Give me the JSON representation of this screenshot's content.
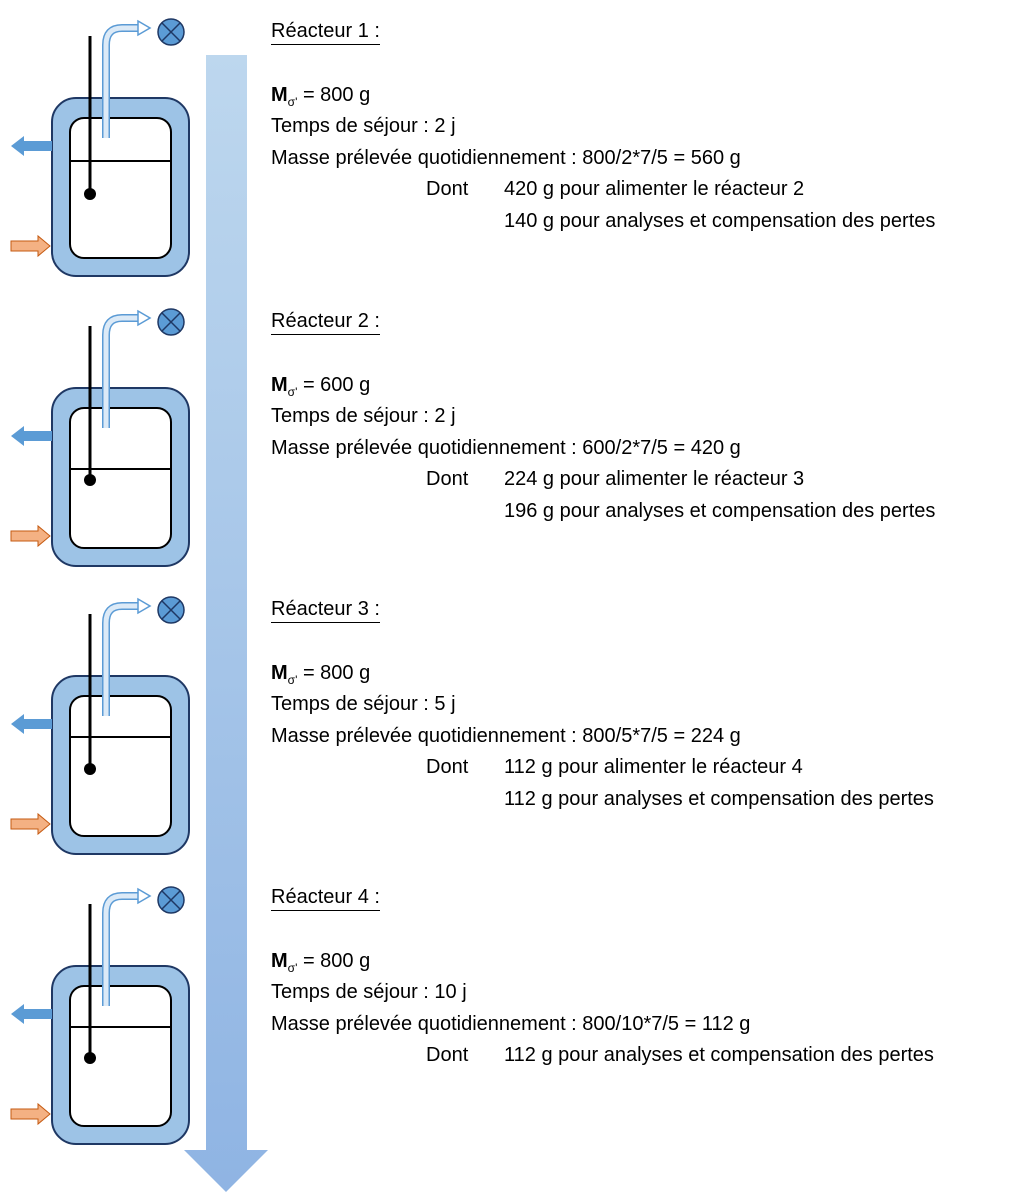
{
  "reactors": [
    {
      "title": "Réacteur 1 :",
      "mass_label": "M",
      "mass_sub": "σ'",
      "mass_value": "= 800 g",
      "sejour": "Temps de séjour : 2 j",
      "masse": "Masse prélevée quotidiennement : 800/2*7/5 = 560 g",
      "dont_label": "Dont",
      "dont_lines": [
        "420 g pour alimenter le réacteur 2",
        "140 g pour analyses et compensation des pertes"
      ]
    },
    {
      "title": "Réacteur 2 :",
      "mass_label": "M",
      "mass_sub": "σ'",
      "mass_value": "= 600 g",
      "sejour": "Temps de séjour : 2 j",
      "masse": "Masse prélevée quotidiennement : 600/2*7/5 = 420 g",
      "dont_label": "Dont",
      "dont_lines": [
        "224 g pour alimenter le réacteur 3",
        "196 g pour analyses et compensation des pertes"
      ]
    },
    {
      "title": "Réacteur 3 :",
      "mass_label": "M",
      "mass_sub": "σ'",
      "mass_value": "= 800 g",
      "sejour": "Temps de séjour : 5 j",
      "masse": "Masse prélevée quotidiennement : 800/5*7/5 = 224 g",
      "dont_label": "Dont",
      "dont_lines": [
        "112 g pour alimenter le réacteur 4",
        "112 g pour analyses et compensation des pertes"
      ]
    },
    {
      "title": "Réacteur 4 :",
      "mass_label": "M",
      "mass_sub": "σ'",
      "mass_value": "= 800 g",
      "sejour": "Temps de séjour : 10 j",
      "masse": "Masse prélevée quotidiennement : 800/10*7/5 = 112 g",
      "dont_label": "Dont",
      "dont_lines": [
        "112 g pour analyses et compensation des pertes"
      ]
    }
  ],
  "colors": {
    "jacket": "#9dc3e6",
    "jacket_stroke": "#1f3864",
    "outlet_arrow": "#5b9bd5",
    "inlet_arrow": "#f4b183",
    "flow_arrow_top": "#bdd7ee",
    "flow_arrow_bottom": "#8fb4e3",
    "gas_valve": "#5b9bd5"
  },
  "icons": [
    "reactor-jacket-icon",
    "stirrer-icon",
    "gas-outlet-icon",
    "valve-icon",
    "water-outlet-arrow-icon",
    "water-inlet-arrow-icon",
    "flow-down-arrow-icon"
  ]
}
